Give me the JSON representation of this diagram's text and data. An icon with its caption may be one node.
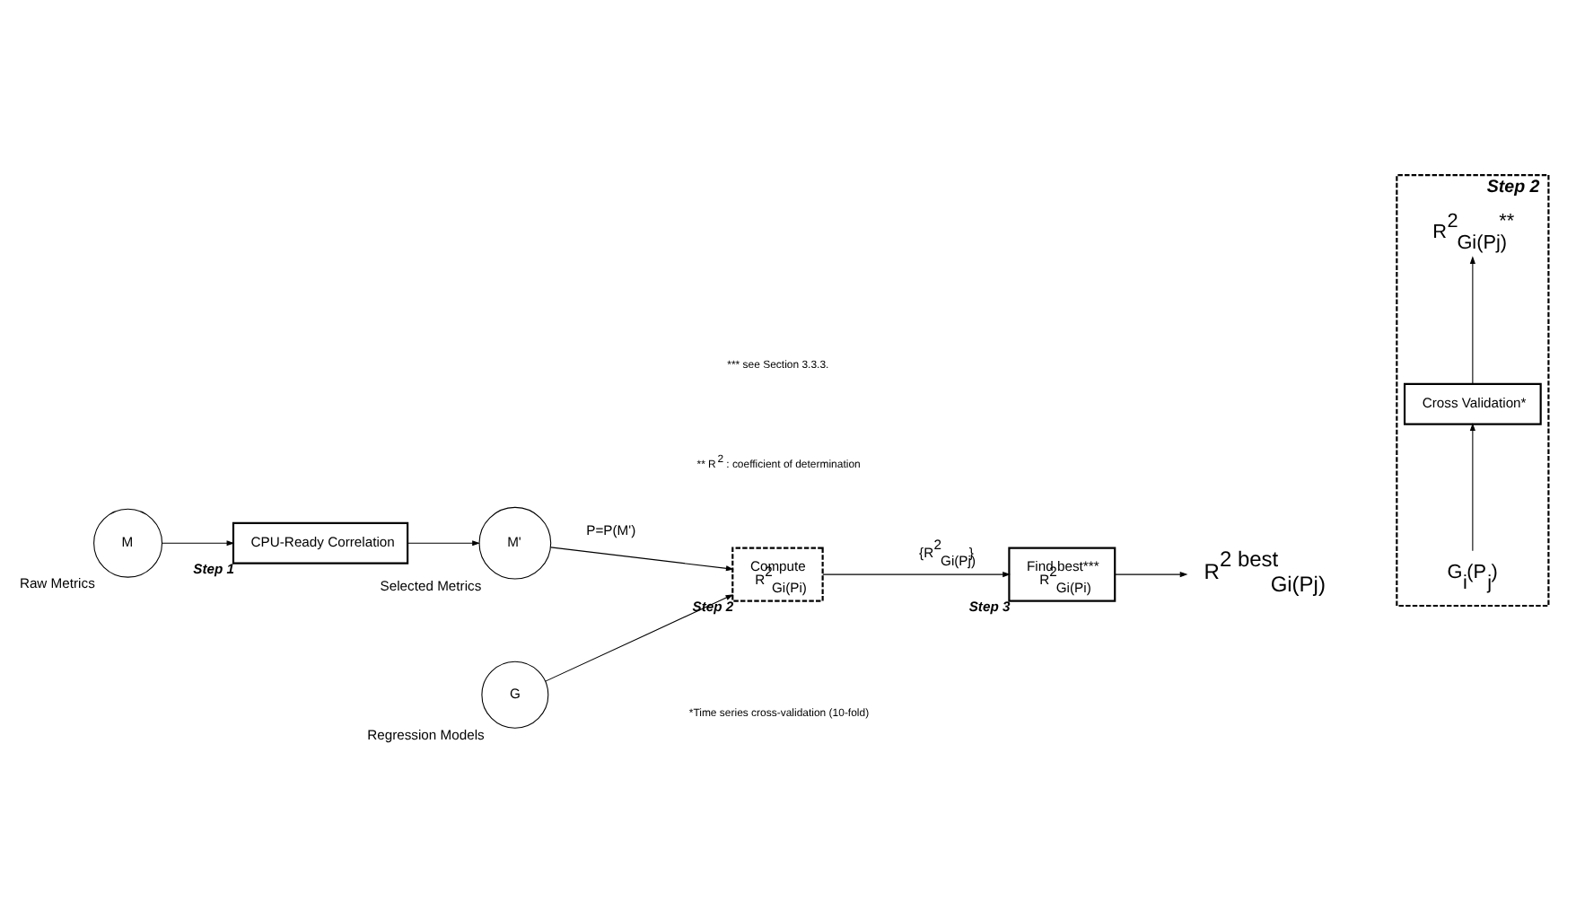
{
  "diagram": {
    "nodes": [
      {
        "text": [
          "M"
        ],
        "beside": [
          "Raw Metrics"
        ]
      },
      {
        "text": [
          "CPU-Ready Correlation"
        ],
        "beside": [
          "Step 1"
        ]
      },
      {
        "text": [
          "M'"
        ],
        "beside": [
          "Selected Metrics"
        ]
      },
      {
        "text": [
          "G"
        ],
        "beside": [
          "Regression Models"
        ]
      },
      {
        "text": [
          "Compute",
          "R$^{2}$$_{Gi(Pi)}$"
        ],
        "beside": [
          "Step 2"
        ]
      },
      {
        "text": [
          "Find best***",
          "R$^{2}$$_{Gi(Pi)}$"
        ],
        "beside": [
          "Step 3"
        ]
      },
      {
        "text": [
          "R$^{2 best}$$_{Gi(Pj)}$"
        ]
      },
      {
        "text": [
          "Step 2"
        ]
      },
      {
        "text": [
          "G$_{i}$(P$_{j}$)"
        ],
        "in": 7
      },
      {
        "text": [
          "Cross Validation*"
        ],
        "in": 7
      },
      {
        "text": [
          "R$^{2}$$_{Gi(Pj)}$$^{**}$"
        ],
        "in": 7
      }
    ],
    "edges": [
      {
        "from": 0,
        "to": 1,
        "arrow": "to"
      },
      {
        "from": 1,
        "to": 2,
        "arrow": "to"
      },
      {
        "from": 2,
        "to": 4,
        "arrow": "to",
        "label": "P=P(M')"
      },
      {
        "from": 3,
        "to": 4,
        "arrow": "to"
      },
      {
        "from": 4,
        "to": 5,
        "arrow": "to",
        "label": "{R$^{2}$$_{Gi(Pj)}$}"
      },
      {
        "from": 5,
        "to": 6,
        "arrow": "to"
      },
      {
        "from": 8,
        "to": 9,
        "arrow": "to"
      },
      {
        "from": 9,
        "to": 10,
        "arrow": "to"
      }
    ],
    "labels": [
      "*Time series cross-validation (10-fold)",
      "** R$^{2}$ : coefficient of determination",
      "*** see Section 3.3.3."
    ]
  }
}
